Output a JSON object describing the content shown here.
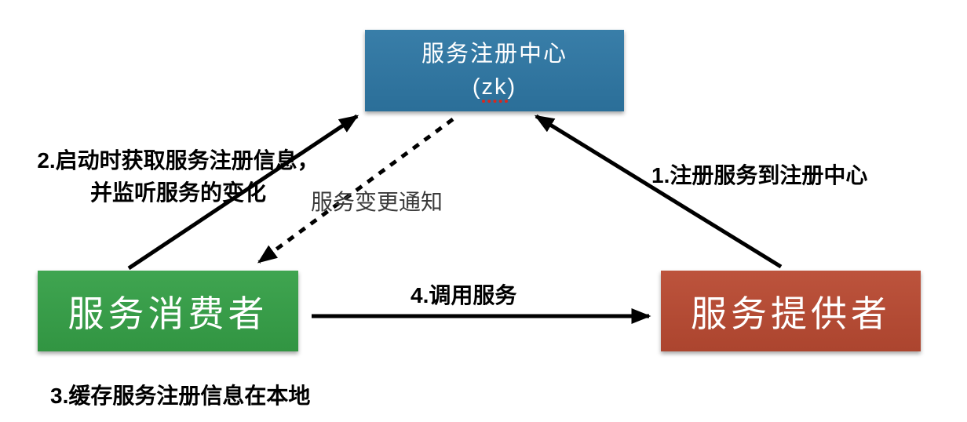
{
  "diagram": {
    "title": "service-registry-architecture",
    "background": "#ffffff",
    "arrow_color": "#000000",
    "nodes": {
      "registry": {
        "title": "服务注册中心",
        "subtitle_open": "(",
        "subtitle_text": "zk",
        "subtitle_close": ")",
        "color": "#2e77a4",
        "underline_color": "#d8281e"
      },
      "consumer": {
        "label": "服务消费者",
        "color": "#35a047"
      },
      "provider": {
        "label": "服务提供者",
        "color": "#b94a32"
      }
    },
    "labels": {
      "step1": "1.注册服务到注册中心",
      "step2_line1": "2.启动时获取服务注册信息，",
      "step2_line2": "并监听服务的变化",
      "step3": "3.缓存服务注册信息在本地",
      "step4": "4.调用服务",
      "notify": "服务变更通知"
    }
  }
}
